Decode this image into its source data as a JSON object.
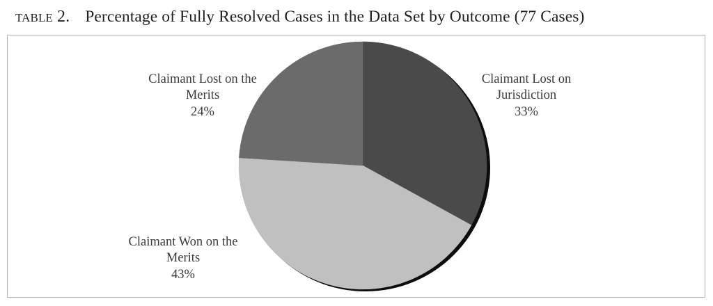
{
  "caption": {
    "label": "Table 2.",
    "text": "Percentage of Fully Resolved Cases in the Data Set by Outcome  (77 Cases)"
  },
  "figure": {
    "border_color": "#b2b2b2",
    "background_color": "#ffffff"
  },
  "chart_data": {
    "type": "pie",
    "title": "Percentage of Fully Resolved Cases in the Data Set by Outcome (77 Cases)",
    "total_cases": 77,
    "units": "percent",
    "start_angle_deg": 0,
    "direction": "clockwise",
    "has_shadow": true,
    "legend_position": "none",
    "labels_position": "outside",
    "categories": [
      "Claimant Lost on Jurisdiction",
      "Claimant Won on the Merits",
      "Claimant Lost on the Merits"
    ],
    "values": [
      33,
      43,
      24
    ],
    "colors": [
      "#4a4a4a",
      "#c0c0c0",
      "#6b6b6b"
    ],
    "slices": [
      {
        "name": "Claimant Lost on Jurisdiction",
        "label_line1": "Claimant Lost on",
        "label_line2": "Jurisdiction",
        "value": 33,
        "value_label": "33%",
        "color": "#4a4a4a",
        "start_deg": 0,
        "sweep_deg": 118.8
      },
      {
        "name": "Claimant Won on the Merits",
        "label_line1": "Claimant Won on the",
        "label_line2": "Merits",
        "value": 43,
        "value_label": "43%",
        "color": "#c0c0c0",
        "start_deg": 118.8,
        "sweep_deg": 154.8
      },
      {
        "name": "Claimant Lost on the Merits",
        "label_line1": "Claimant Lost on the",
        "label_line2": "Merits",
        "value": 24,
        "value_label": "24%",
        "color": "#6b6b6b",
        "start_deg": 273.6,
        "sweep_deg": 86.4
      }
    ]
  }
}
